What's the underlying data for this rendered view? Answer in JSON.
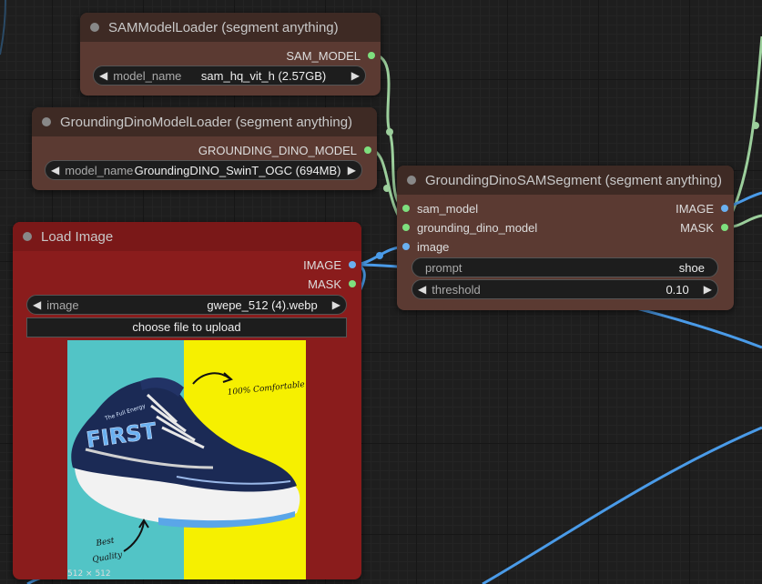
{
  "colors": {
    "canvas_bg": "#1e1e1e",
    "node_bg": "#5b3a32",
    "node_title_bg": "#3e2a24",
    "load_image_node_bg": "#8a1c1c",
    "port_green": "#7ee07e",
    "port_blue": "#6ab0f0",
    "wire_green": "#9ccf9c",
    "wire_blue": "#4a9be8"
  },
  "sam_loader": {
    "title": "SAMModelLoader (segment anything)",
    "output": "SAM_MODEL",
    "widget": {
      "label": "model_name",
      "value": "sam_hq_vit_h (2.57GB)"
    }
  },
  "dino_loader": {
    "title": "GroundingDinoModelLoader (segment anything)",
    "output": "GROUNDING_DINO_MODEL",
    "widget": {
      "label": "model_name",
      "value": "GroundingDINO_SwinT_OGC (694MB)"
    }
  },
  "segment": {
    "title": "GroundingDinoSAMSegment (segment anything)",
    "inputs": [
      "sam_model",
      "grounding_dino_model",
      "image"
    ],
    "outputs": [
      "IMAGE",
      "MASK"
    ],
    "prompt": {
      "label": "prompt",
      "value": "shoe"
    },
    "threshold": {
      "label": "threshold",
      "value": "0.10"
    }
  },
  "load_image": {
    "title": "Load Image",
    "outputs": [
      "IMAGE",
      "MASK"
    ],
    "widget": {
      "label": "image",
      "value": "gwepe_512 (4).webp"
    },
    "upload_label": "choose file to upload",
    "preview": {
      "text_comfortable": "100% Comfortable",
      "text_best": "Best",
      "text_quality": "Quality",
      "brand": "FIRST",
      "tagline": "The Full Energy",
      "size_caption": "512 × 512"
    }
  }
}
